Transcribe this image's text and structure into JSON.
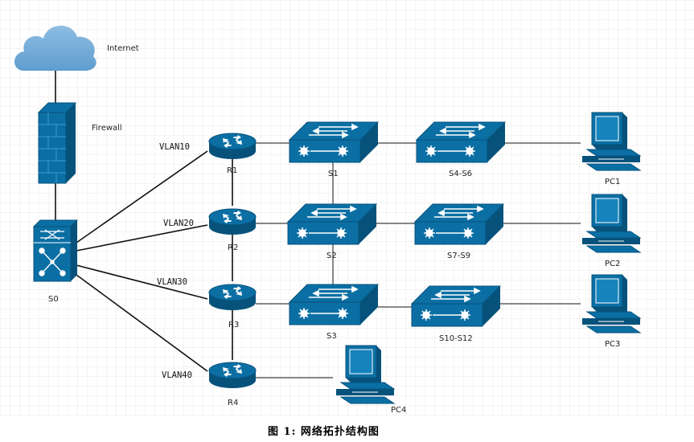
{
  "nodes": {
    "internet": "Internet",
    "firewall": "Firewall",
    "s0": "S0",
    "r1": "R1",
    "r2": "R2",
    "r3": "R3",
    "r4": "R4",
    "s1": "S1",
    "s2": "S2",
    "s3": "S3",
    "s4s6": "S4-S6",
    "s7s9": "S7-S9",
    "s10s12": "S10-S12",
    "pc1": "PC1",
    "pc2": "PC2",
    "pc3": "PC3",
    "pc4": "PC4"
  },
  "links": {
    "vlan10": "VLAN10",
    "vlan20": "VLAN20",
    "vlan30": "VLAN30",
    "vlan40": "VLAN40"
  },
  "caption": "图 1: 网络拓扑结构图",
  "colors": {
    "device_blue": "#0b6fa4",
    "device_dark": "#07527b",
    "cloud": "#6fa8d6",
    "grid": "#e6e6e6"
  },
  "icons": [
    "cloud-icon",
    "firewall-icon",
    "core-switch-icon",
    "router-icon",
    "switch-icon",
    "pc-icon"
  ]
}
